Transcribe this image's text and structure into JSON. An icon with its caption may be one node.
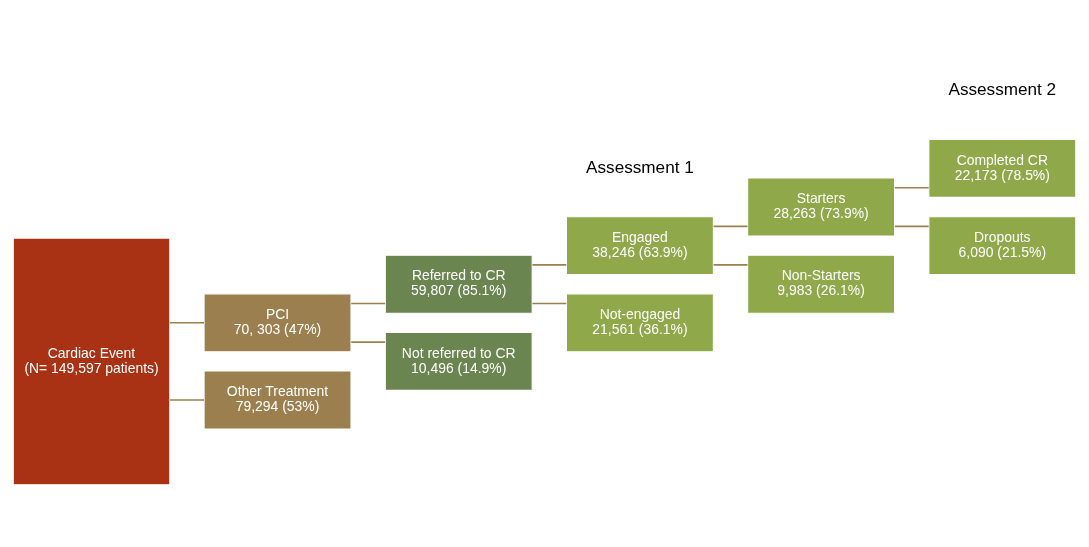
{
  "diagram": {
    "nodes": [
      {
        "text": [
          "Cardiac Event",
          "(N= 149,597 patients)"
        ]
      },
      {
        "text": [
          "PCI",
          "70, 303 (47%)"
        ]
      },
      {
        "text": [
          "Other Treatment",
          "79,294 (53%)"
        ]
      },
      {
        "text": [
          "Referred to CR",
          "59,807 (85.1%)"
        ]
      },
      {
        "text": [
          "Not referred to CR",
          "10,496 (14.9%)"
        ]
      },
      {
        "text": [
          "Engaged",
          "38,246 (63.9%)"
        ]
      },
      {
        "text": [
          "Not-engaged",
          "21,561 (36.1%)"
        ]
      },
      {
        "text": [
          "Starters",
          "28,263 (73.9%)"
        ]
      },
      {
        "text": [
          "Non-Starters",
          "9,983 (26.1%)"
        ]
      },
      {
        "text": [
          "Completed CR",
          "22,173 (78.5%)"
        ]
      },
      {
        "text": [
          "Dropouts",
          "6,090 (21.5%)"
        ]
      }
    ],
    "edges": [
      {
        "from": 0,
        "to": 1,
        "arrow": "none"
      },
      {
        "from": 0,
        "to": 2,
        "arrow": "none"
      },
      {
        "from": 1,
        "to": 3,
        "arrow": "none"
      },
      {
        "from": 1,
        "to": 4,
        "arrow": "none"
      },
      {
        "from": 3,
        "to": 5,
        "arrow": "none"
      },
      {
        "from": 3,
        "to": 6,
        "arrow": "none"
      },
      {
        "from": 5,
        "to": 7,
        "arrow": "none"
      },
      {
        "from": 5,
        "to": 8,
        "arrow": "none"
      },
      {
        "from": 7,
        "to": 9,
        "arrow": "none"
      },
      {
        "from": 7,
        "to": 10,
        "arrow": "none"
      }
    ],
    "labels": [
      "Assessment 1",
      "Assessment 2"
    ]
  }
}
